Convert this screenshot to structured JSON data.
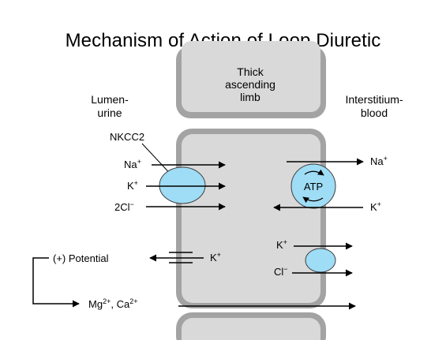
{
  "title": "Mechanism of Action of Loop Diuretic",
  "segment_label": [
    "Thick",
    "ascending",
    "limb"
  ],
  "lumen_label": [
    "Lumen-",
    "urine"
  ],
  "interstitium_label": [
    "Interstitium-",
    "blood"
  ],
  "transporter_label": "NKCC2",
  "ions": {
    "na": "Na",
    "na_charge": "+",
    "k": "K",
    "k_charge": "+",
    "cl2": "2Cl",
    "cl_charge": "−",
    "cl": "Cl"
  },
  "atp_label": "ATP",
  "potential_label": "(+) Potential",
  "divalent": {
    "mg": "Mg",
    "mg_charge": "2+",
    "sep": ", ",
    "ca": "Ca",
    "ca_charge": "2+"
  },
  "colors": {
    "cell_fill": "#d9d9d9",
    "cell_border": "#a3a3a3",
    "transporter_fill": "#9fdcf5",
    "transporter_stroke": "#3d3d3d"
  }
}
